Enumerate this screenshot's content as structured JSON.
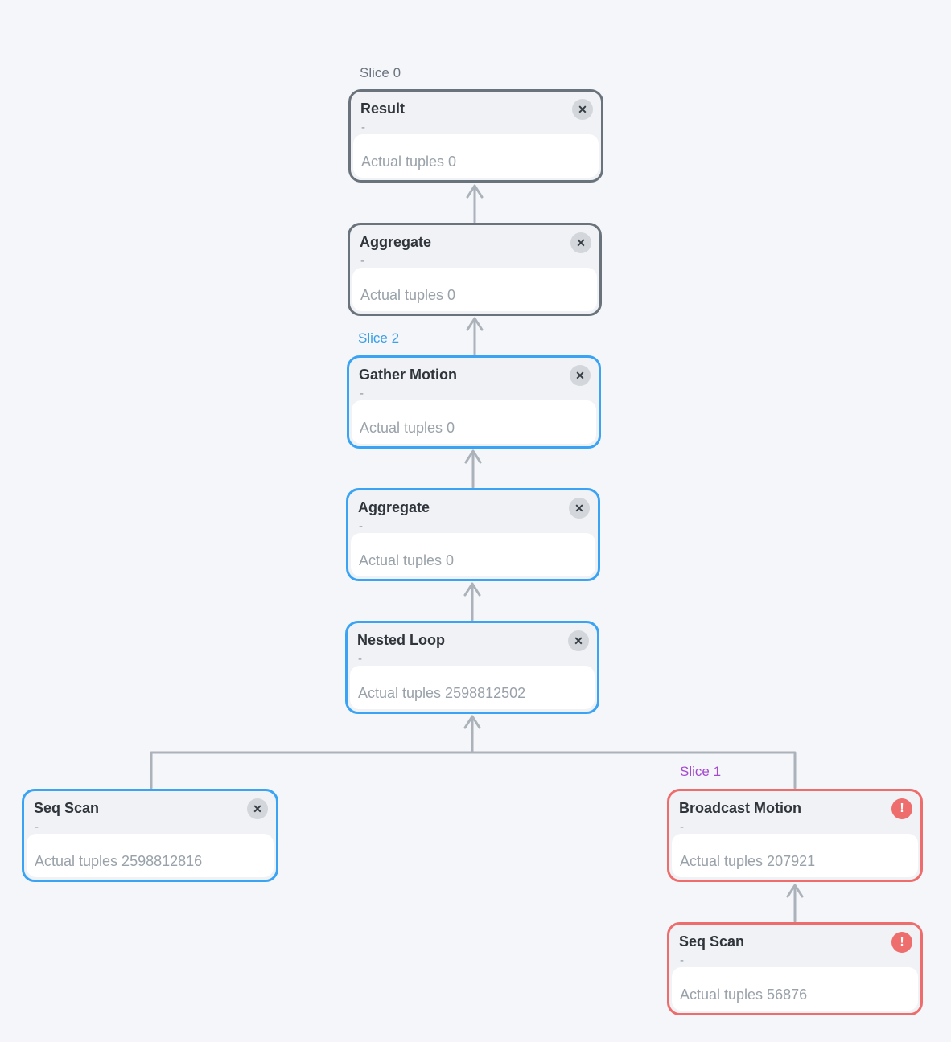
{
  "colors": {
    "background": "#f4f6f9",
    "gray_border": "#6a737c",
    "blue_border": "#3aa3f3",
    "red_border": "#ee6c6c",
    "edge": "#abb2ba",
    "slice0_label": "#6b747e",
    "slice2_label": "#3b9fe8",
    "slice1_label": "#a54ad0",
    "error_badge": "#ee6e6e"
  },
  "icons": {
    "close": "✕",
    "error": "!"
  },
  "slices": [
    {
      "label": "Slice 0"
    },
    {
      "label": "Slice 2"
    },
    {
      "label": "Slice 1"
    }
  ],
  "nodes": [
    {
      "title": "Result",
      "subtitle": "-",
      "tuples": "Actual tuples 0",
      "badge": "close",
      "variant": "gray"
    },
    {
      "title": "Aggregate",
      "subtitle": "-",
      "tuples": "Actual tuples 0",
      "badge": "close",
      "variant": "gray"
    },
    {
      "title": "Gather Motion",
      "subtitle": "-",
      "tuples": "Actual tuples 0",
      "badge": "close",
      "variant": "blue"
    },
    {
      "title": "Aggregate",
      "subtitle": "-",
      "tuples": "Actual tuples 0",
      "badge": "close",
      "variant": "blue"
    },
    {
      "title": "Nested Loop",
      "subtitle": "-",
      "tuples": "Actual tuples 2598812502",
      "badge": "close",
      "variant": "blue"
    },
    {
      "title": "Seq Scan",
      "subtitle": "-",
      "tuples": "Actual tuples 2598812816",
      "badge": "close",
      "variant": "blue"
    },
    {
      "title": "Broadcast Motion",
      "subtitle": "-",
      "tuples": "Actual tuples 207921",
      "badge": "error",
      "variant": "red"
    },
    {
      "title": "Seq Scan",
      "subtitle": "-",
      "tuples": "Actual tuples 56876",
      "badge": "error",
      "variant": "red"
    }
  ]
}
